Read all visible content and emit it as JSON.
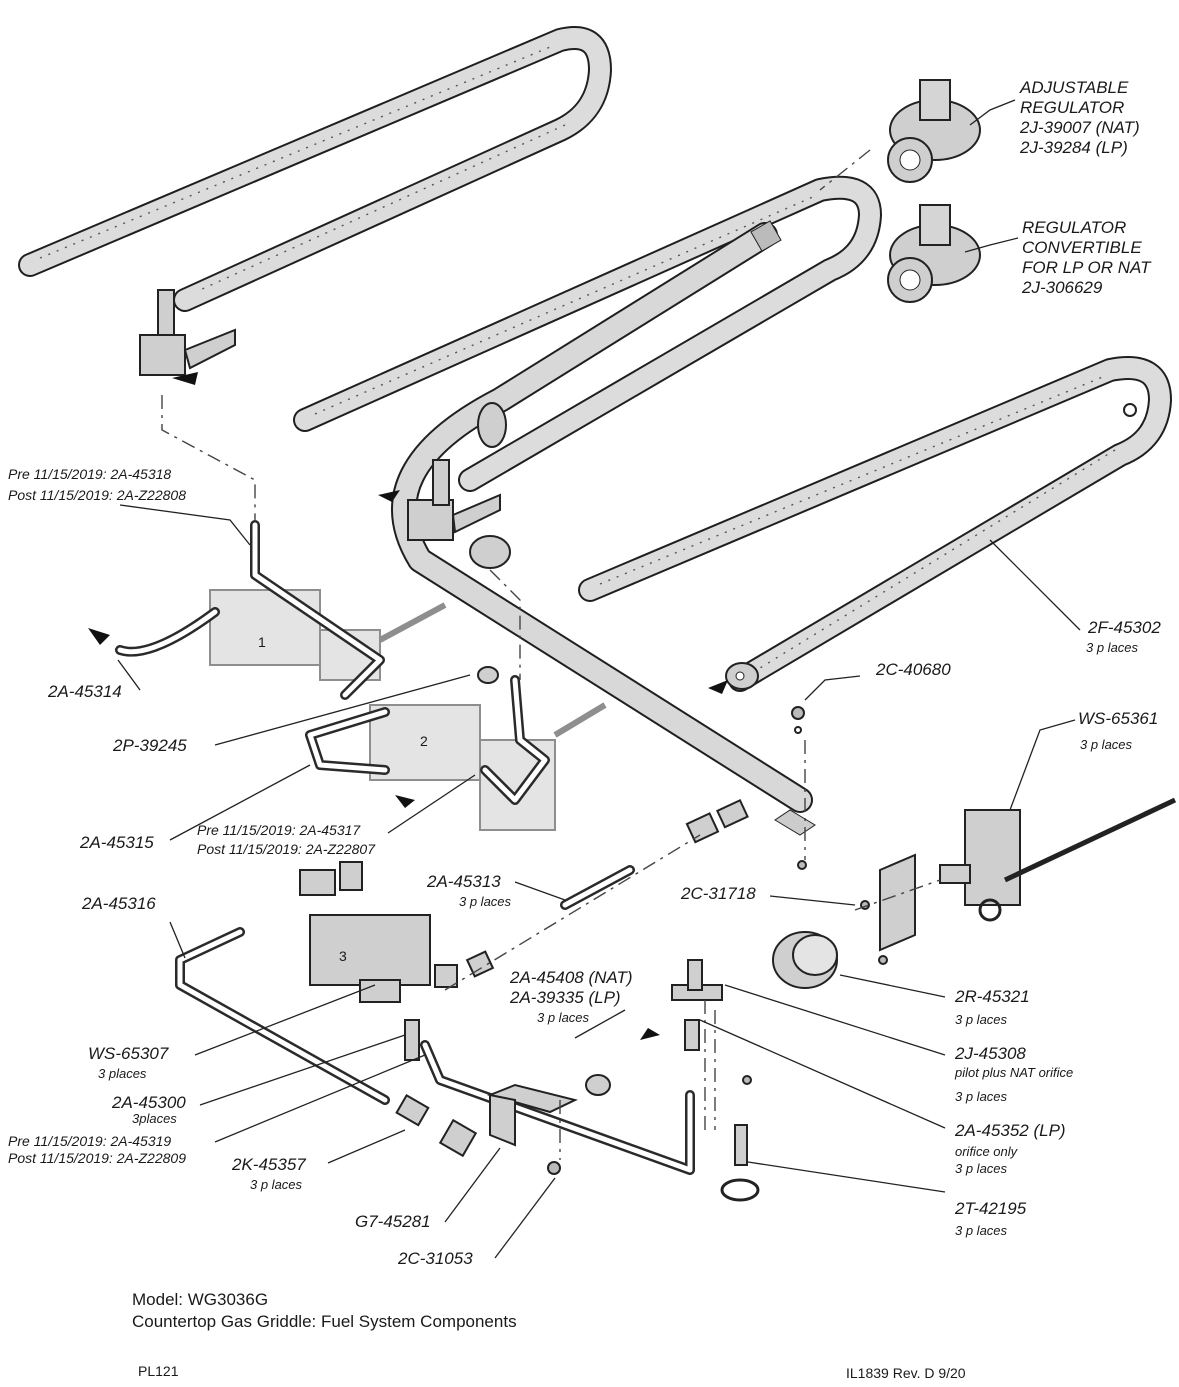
{
  "title": {
    "model": "Model: WG3036G",
    "description": "Countertop Gas Griddle: Fuel System Components"
  },
  "footer": {
    "left": "PL121",
    "right": "IL1839  Rev. D  9/20"
  },
  "markers": [
    "1",
    "2",
    "3"
  ],
  "callouts": {
    "adj_regulator": {
      "lines": [
        "ADJUSTABLE",
        "REGULATOR",
        "2J-39007 (NAT)",
        "2J-39284 (LP)"
      ]
    },
    "conv_regulator": {
      "lines": [
        "REGULATOR",
        "CONVERTIBLE",
        "FOR LP OR NAT",
        "2J-306629"
      ]
    },
    "tube_318": {
      "pre": "Pre 11/15/2019: 2A-45318",
      "post": "Post 11/15/2019: 2A-Z22808"
    },
    "p_2F_45302": {
      "part": "2F-45302",
      "sub": "3 p laces"
    },
    "p_2C_40680": {
      "part": "2C-40680"
    },
    "p_WS_65361": {
      "part": "WS-65361",
      "sub": "3 p laces"
    },
    "p_2A_45314": {
      "part": "2A-45314"
    },
    "p_2P_39245": {
      "part": "2P-39245"
    },
    "p_2A_45315": {
      "part": "2A-45315"
    },
    "tube_317": {
      "pre": "Pre 11/15/2019: 2A-45317",
      "post": "Post 11/15/2019: 2A-Z22807"
    },
    "p_2A_45313": {
      "part": "2A-45313",
      "sub": "3 p laces"
    },
    "p_2C_31718": {
      "part": "2C-31718"
    },
    "p_2A_45316": {
      "part": "2A-45316"
    },
    "p_2A_45408": {
      "nat": "2A-45408 (NAT)",
      "lp": "2A-39335 (LP)",
      "sub": "3 p laces"
    },
    "p_2R_45321": {
      "part": "2R-45321",
      "sub": "3 p laces"
    },
    "p_WS_65307": {
      "part": "WS-65307",
      "sub": "3 places"
    },
    "p_2J_45308": {
      "part": "2J-45308",
      "sub": "pilot plus NAT orifice",
      "sub2": "3 p laces"
    },
    "p_2A_45300": {
      "part": "2A-45300",
      "sub": "3places"
    },
    "p_2A_45352": {
      "part": "2A-45352 (LP)",
      "sub": "orifice only",
      "sub2": "3 p laces"
    },
    "tube_319": {
      "pre": "Pre 11/15/2019: 2A-45319",
      "post": "Post 11/15/2019: 2A-Z22809"
    },
    "p_2K_45357": {
      "part": "2K-45357",
      "sub": "3 p laces"
    },
    "p_2T_42195": {
      "part": "2T-42195",
      "sub": "3 p laces"
    },
    "p_G7_45281": {
      "part": "G7-45281"
    },
    "p_2C_31053": {
      "part": "2C-31053"
    }
  },
  "colors": {
    "ink": "#1a1a1a",
    "burner_fill": "#dcdcdc",
    "valve_fill": "#cfcfcf",
    "tube": "#2a2a2a"
  }
}
